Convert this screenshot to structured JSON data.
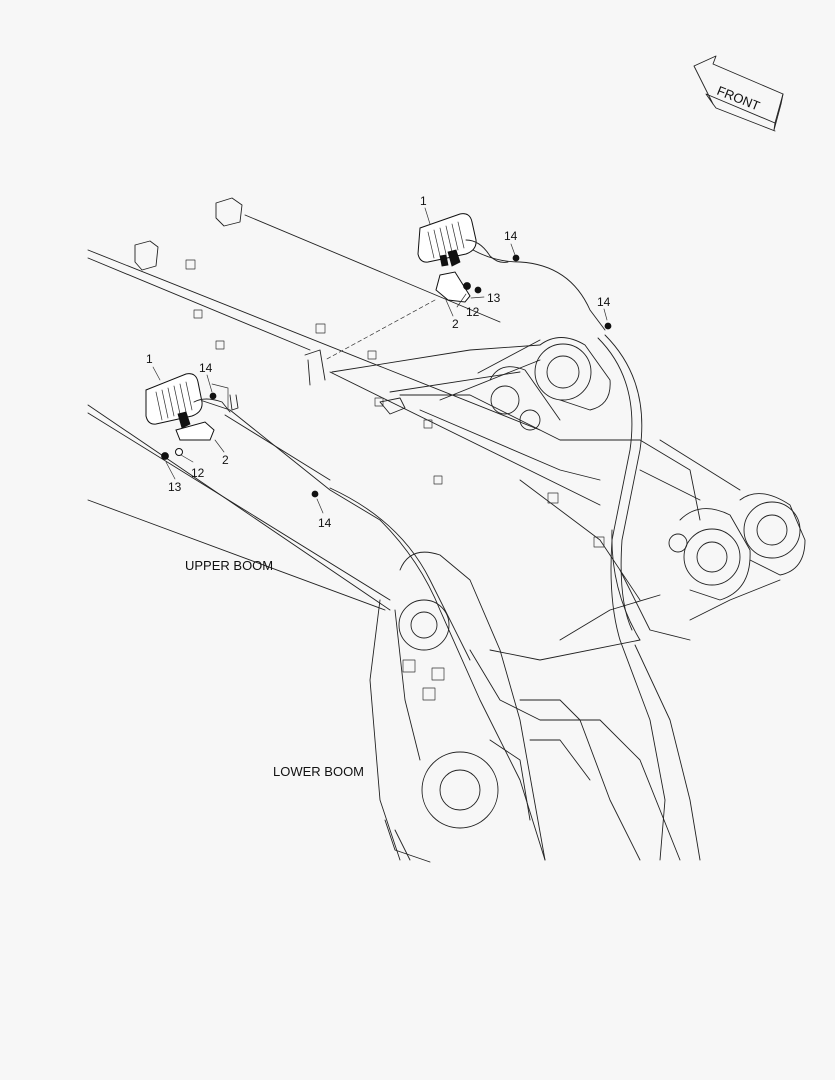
{
  "orientation": {
    "label": "FRONT"
  },
  "regions": {
    "upper_boom": "UPPER BOOM",
    "lower_boom": "LOWER BOOM"
  },
  "callouts": {
    "upper_lamp": {
      "lamp": "1",
      "bolt_top": "14",
      "bolt_right": "14",
      "washer": "12",
      "screw": "13",
      "bracket": "2"
    },
    "lower_lamp": {
      "lamp": "1",
      "bolt_top": "14",
      "washer": "12",
      "screw": "13",
      "bracket": "2",
      "bolt_cable": "14"
    }
  }
}
